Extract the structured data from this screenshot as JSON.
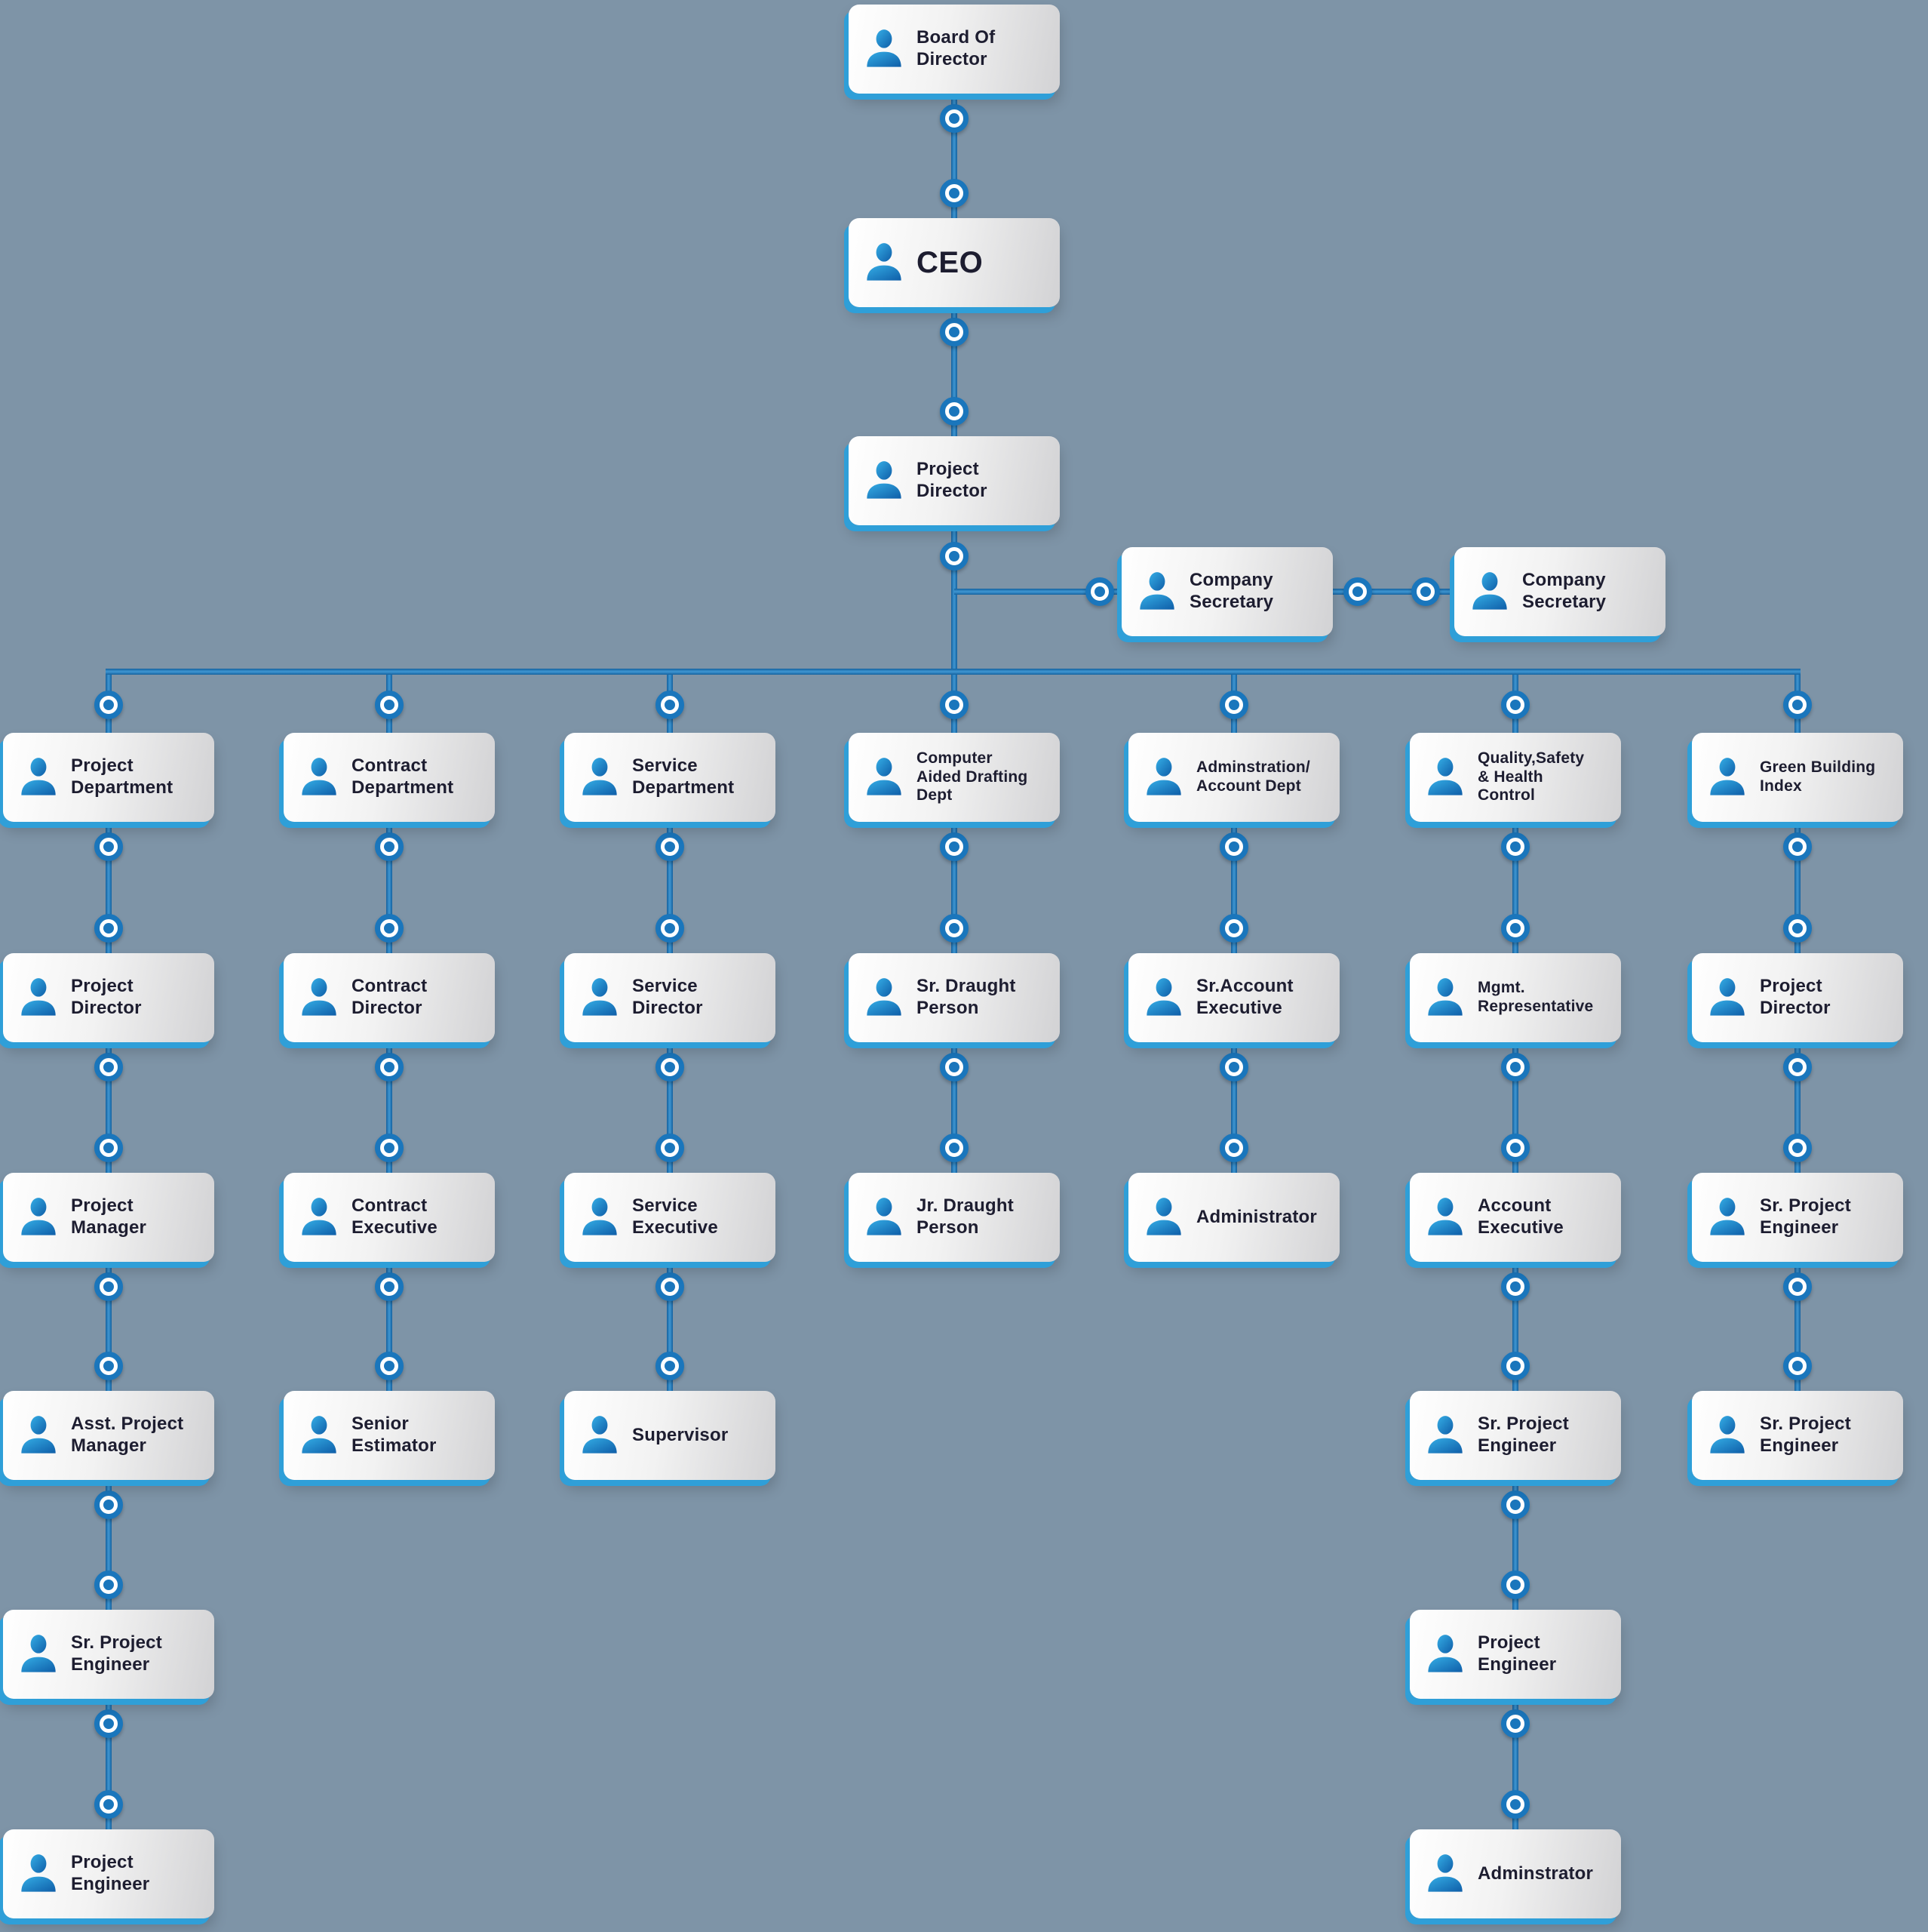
{
  "colors": {
    "background": "#7e94a7",
    "connector_blue": "#1a76bc",
    "card_shadow_blue": "#2f9fd8",
    "icon_gradient_start": "#35aee6",
    "icon_gradient_end": "#0f5ea8",
    "text": "#1d1d30"
  },
  "spine": [
    {
      "label": "Board Of\nDirector"
    },
    {
      "label": "CEO"
    },
    {
      "label": "Project\nDirector"
    }
  ],
  "secretaries": [
    {
      "label": "Company\nSecretary"
    },
    {
      "label": "Company\nSecretary"
    }
  ],
  "columns": [
    {
      "items": [
        "Project\nDepartment",
        "Project\nDirector",
        "Project\nManager",
        "Asst. Project\nManager",
        "Sr. Project\nEngineer",
        "Project\nEngineer"
      ]
    },
    {
      "items": [
        "Contract\nDepartment",
        "Contract\nDirector",
        "Contract\nExecutive",
        "Senior\nEstimator"
      ]
    },
    {
      "items": [
        "Service\nDepartment",
        "Service\nDirector",
        "Service\nExecutive",
        "Supervisor"
      ]
    },
    {
      "items": [
        "Computer\nAided Drafting\nDept",
        "Sr. Draught\nPerson",
        "Jr. Draught\nPerson"
      ]
    },
    {
      "items": [
        "Adminstration/\nAccount Dept",
        "Sr.Account\nExecutive",
        "Administrator"
      ]
    },
    {
      "items": [
        "Quality,Safety\n& Health\nControl",
        "Mgmt.\nRepresentative",
        "Account\nExecutive",
        "Sr. Project\nEngineer",
        "Project\nEngineer",
        "Adminstrator"
      ]
    },
    {
      "items": [
        "Green Building\nIndex",
        "Project\nDirector",
        "Sr. Project\nEngineer",
        "Sr. Project\nEngineer"
      ]
    }
  ]
}
